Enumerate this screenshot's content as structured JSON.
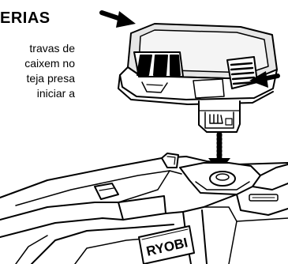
{
  "manual": {
    "heading": "ERIAS",
    "body_lines": [
      "travas de",
      "caixem no",
      "teja presa",
      "iniciar a"
    ],
    "brand_logo": "RYOBI"
  },
  "colors": {
    "ink": "#000000",
    "paper": "#ffffff",
    "battery_top": "#e6e6e6"
  }
}
